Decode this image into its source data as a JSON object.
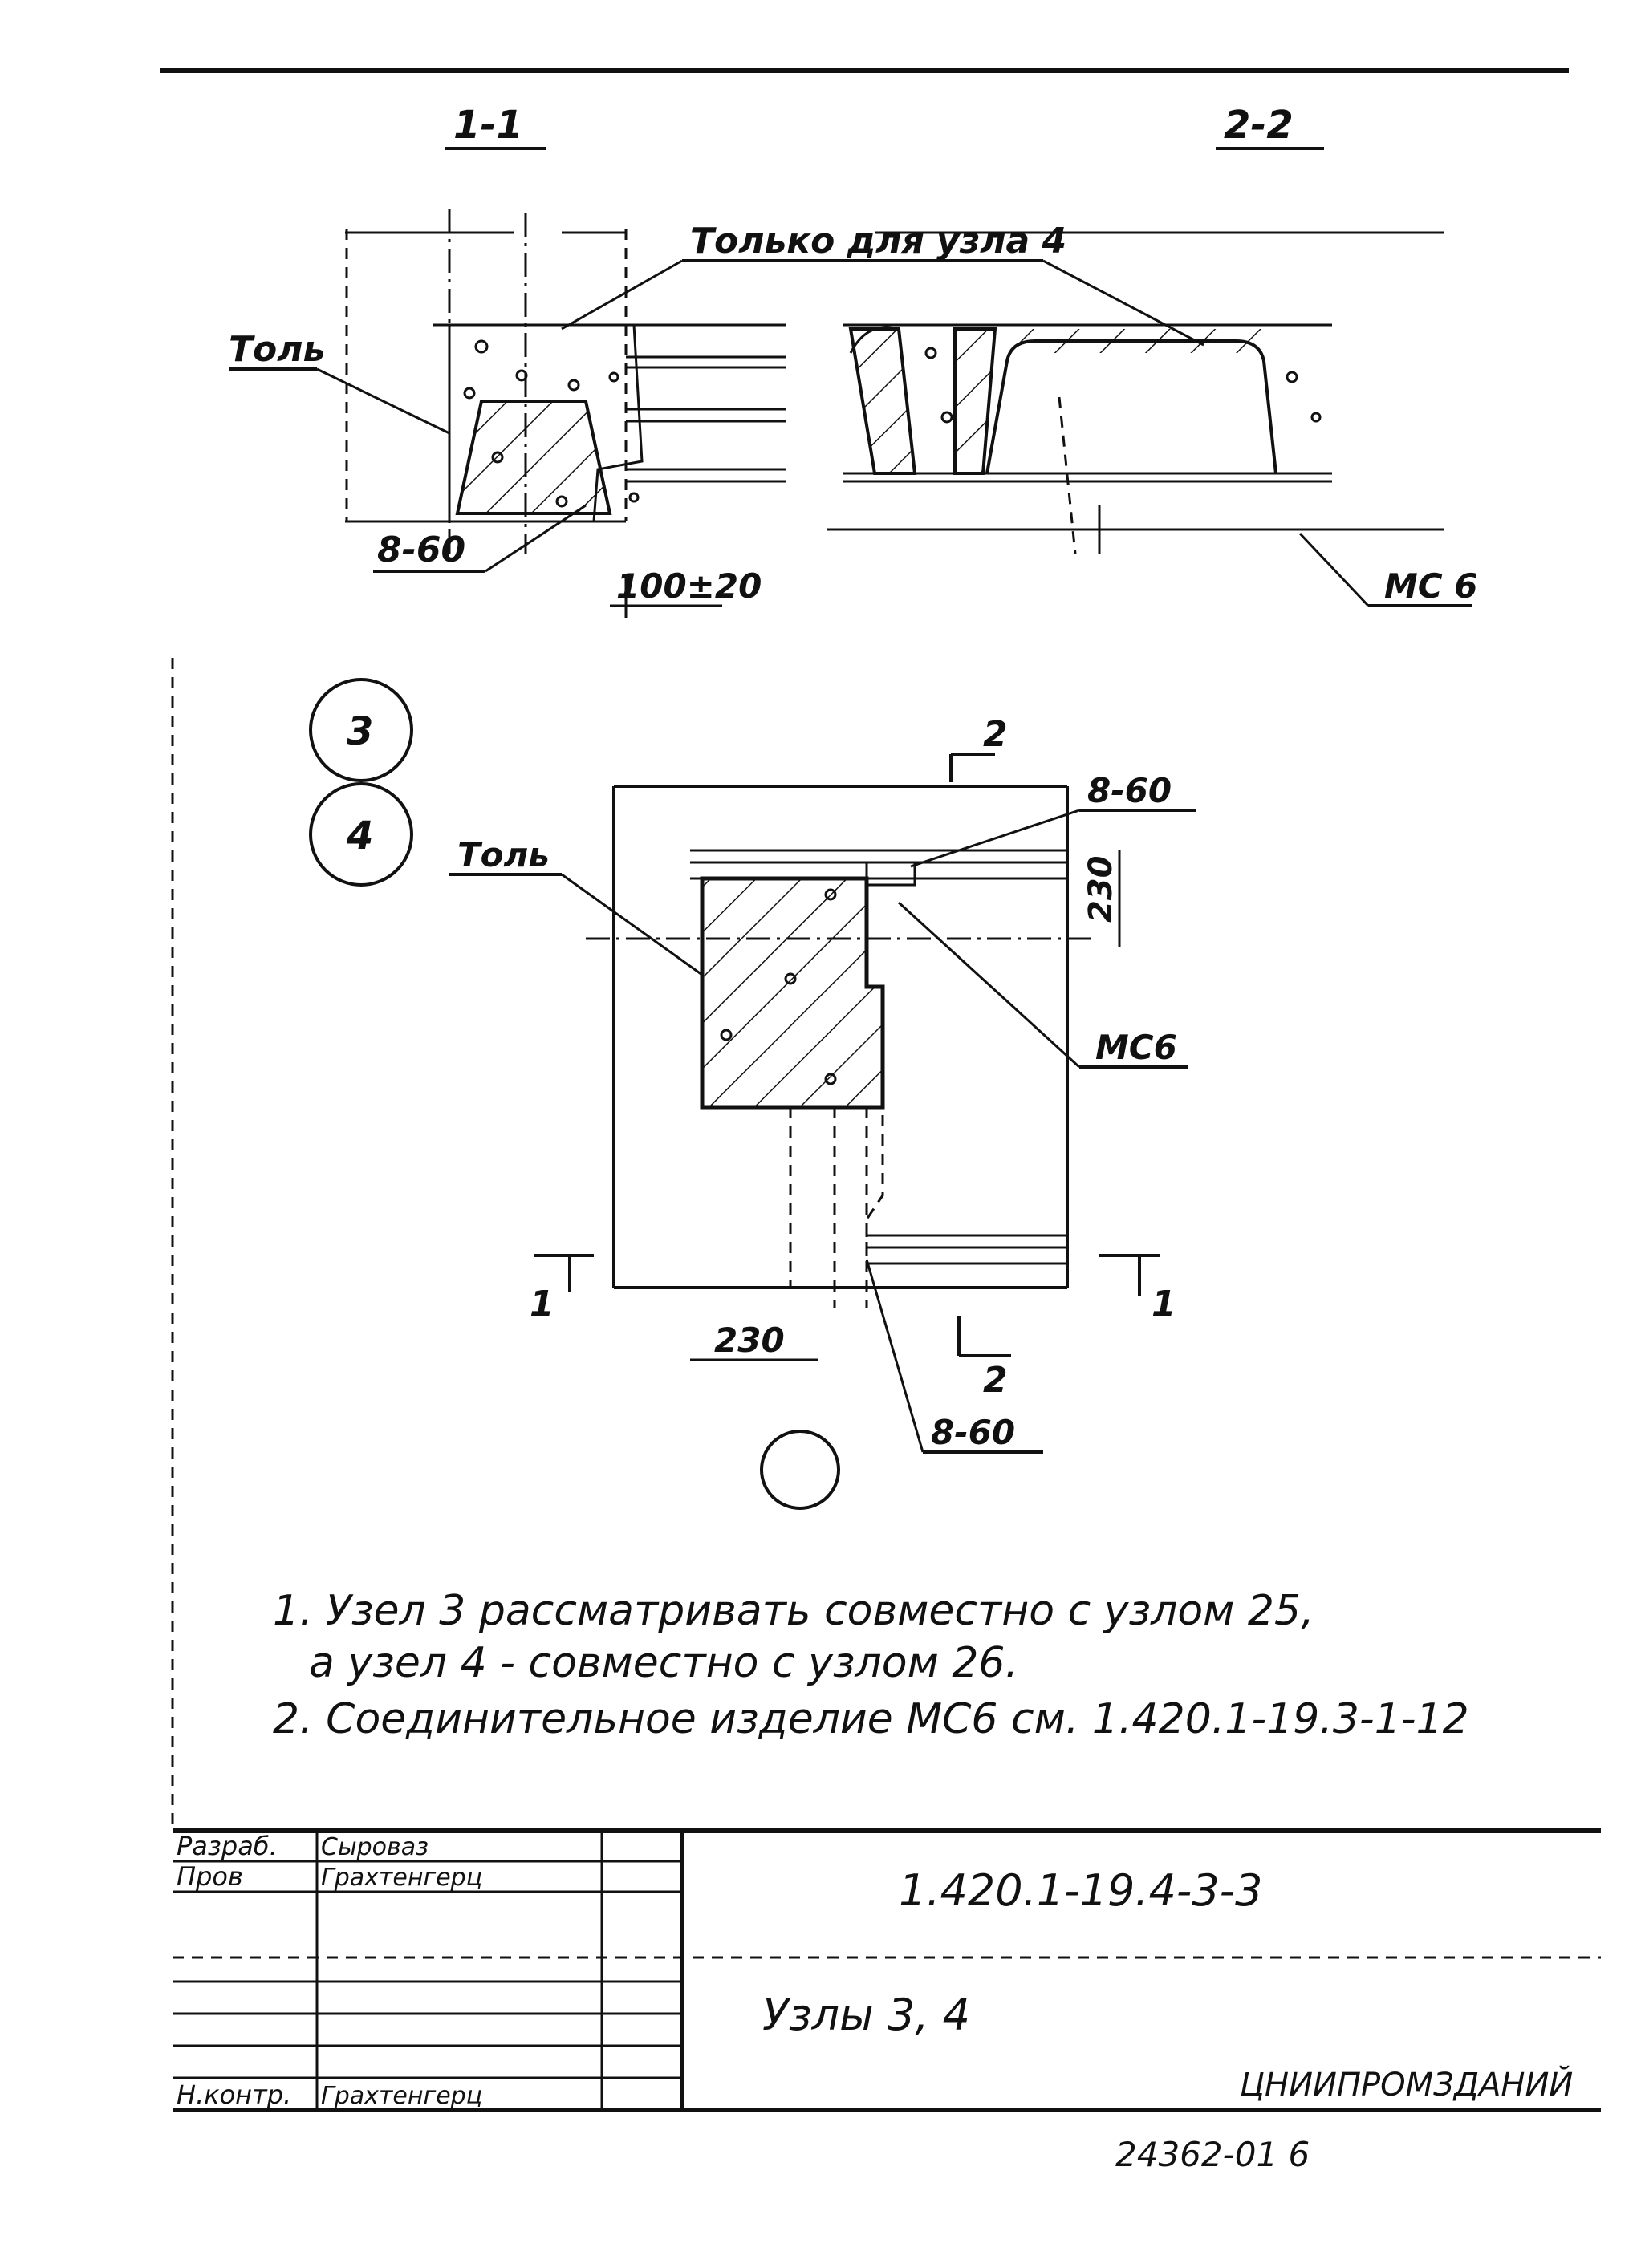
{
  "sections": {
    "section_1": "1-1",
    "section_2": "2-2"
  },
  "callouts": {
    "only_node4": "Только для узла 4",
    "tol_top": "Толь",
    "tol_plan": "Толь",
    "weld_top": "8-60",
    "weld_plan_top": "8-60",
    "weld_plan_bottom": "8-60",
    "mc6_top": "МС 6",
    "mc6_plan": "МС6",
    "dim_100": "100±20",
    "dim_230_vertical": "230",
    "dim_230_horizontal": "230",
    "cut_1_left": "1",
    "cut_1_right": "1",
    "cut_2_top": "2",
    "cut_2_bottom": "2",
    "node_3": "3",
    "node_4": "4"
  },
  "notes": [
    "1. Узел 3 рассматривать совместно с узлом 25,",
    "а узел 4 - совместно с узлом 26.",
    "2. Соединительное изделие МС6 см. 1.420.1-19.3-1-12"
  ],
  "title_block": {
    "role_1": "Разраб.",
    "name_1": "Сыроваз",
    "role_2": "Пров",
    "name_2": "Грахтенгерц",
    "role_3": "Н.контр.",
    "name_3": "Грахтенгерц",
    "doc_code": "1.420.1-19.4-3-3",
    "title": "Узлы 3, 4",
    "org": "ЦНИИПРОМЗДАНИЙ",
    "archive": "24362-01 6"
  }
}
